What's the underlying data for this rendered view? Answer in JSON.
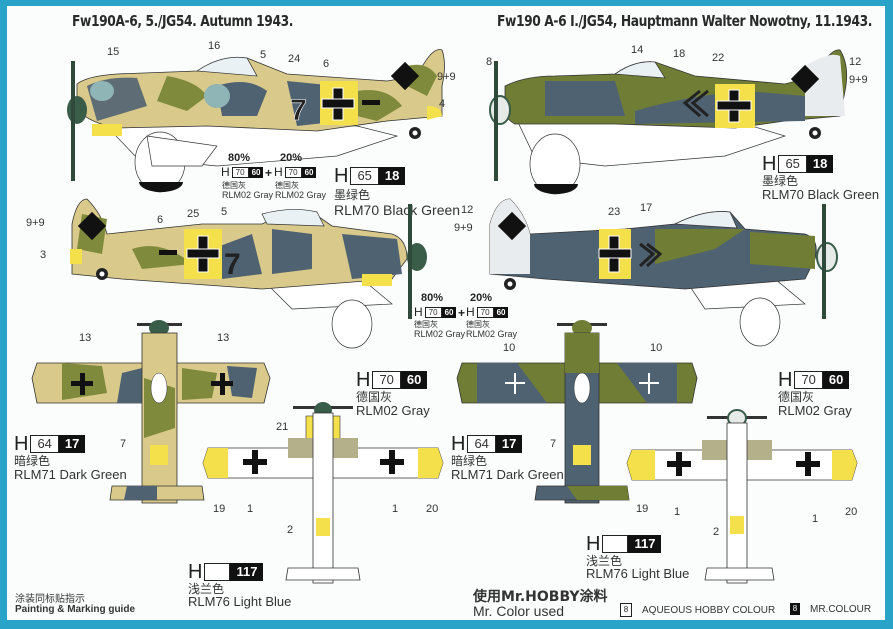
{
  "scheme1": {
    "title": "Fw190A-6, 5./JG54. Autumn 1943.",
    "side_callouts": [
      "15",
      "16",
      "5",
      "24",
      "6",
      "9+9",
      "4"
    ],
    "side2_callouts": [
      "9+9",
      "3",
      "6",
      "25",
      "5"
    ],
    "top_callouts": [
      "13",
      "13",
      "7"
    ],
    "bottom_callouts": [
      "21",
      "19",
      "1",
      "1",
      "20",
      "2"
    ]
  },
  "scheme2": {
    "title": "Fw190 A-6 I./JG54, Hauptmann Walter Nowotny, 11.1943.",
    "side_callouts": [
      "8",
      "14",
      "18",
      "22",
      "12",
      "9+9"
    ],
    "side2_callouts": [
      "12",
      "9+9",
      "23",
      "17"
    ],
    "top_callouts": [
      "10",
      "10",
      "7"
    ],
    "bottom_callouts": [
      "19",
      "1",
      "1",
      "20",
      "2"
    ]
  },
  "colors": {
    "rlm70": {
      "h": "H",
      "aqueous": "65",
      "mr": "18",
      "cn": "墨绿色",
      "en": "RLM70 Black Green"
    },
    "rlm02": {
      "h": "H",
      "aqueous": "70",
      "mr": "60",
      "cn": "德国灰",
      "en": "RLM02 Gray"
    },
    "rlm71": {
      "h": "H",
      "aqueous": "64",
      "mr": "17",
      "cn": "暗绿色",
      "en": "RLM71 Dark Green"
    },
    "rlm76": {
      "h": "H",
      "aqueous": "",
      "mr": "117",
      "cn": "浅兰色",
      "en": "RLM76 Light Blue"
    }
  },
  "mix": {
    "pct1": "80%",
    "pct2": "20%",
    "plus": "+"
  },
  "footer": {
    "guide_cn": "涂装同标贴指示",
    "guide_en": "Painting & Marking guide",
    "hobby_cn": "使用Mr.HOBBY涂料",
    "hobby_en": "Mr. Color used",
    "legend": [
      {
        "sample": "8",
        "label": "AQUEOUS HOBBY COLOUR"
      },
      {
        "sample": "8",
        "label": "MR.COLOUR"
      }
    ]
  },
  "palette": {
    "border": "#2aa3c9",
    "tan": "#d9c98a",
    "olive": "#7f8a3c",
    "bluegray": "#4f6272",
    "green": "#6f7d35",
    "yellow": "#f4e04a",
    "spinner": "#3a5d4a"
  }
}
